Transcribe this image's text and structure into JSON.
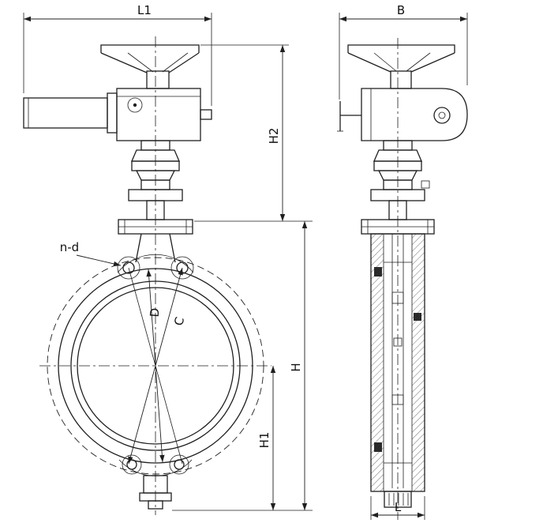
{
  "drawing": {
    "labels": {
      "l1": "L1",
      "b": "B",
      "h2": "H2",
      "h": "H",
      "h1": "H1",
      "l": "L",
      "n_d": "n-d",
      "d": "D",
      "c": "C"
    },
    "colors": {
      "line": "#1f1f1f",
      "background": "#ffffff"
    }
  }
}
